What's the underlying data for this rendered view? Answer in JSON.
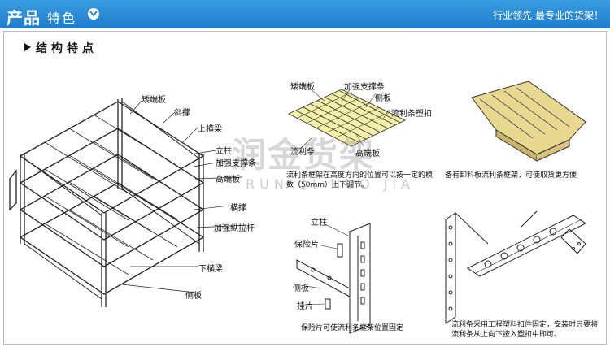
{
  "header": {
    "title_main": "产品",
    "title_sub": "特色",
    "dropdown_icon": "chevron-down-icon",
    "slogan": "行业领先 最专业的货架！"
  },
  "section": {
    "heading": "结构特点"
  },
  "rack_labels": {
    "short_end_plate": "矮端板",
    "diagonal_brace": "斜撑",
    "upper_beam": "上横梁",
    "upright": "立柱",
    "reinforced_support": "加强支撑条",
    "high_end_plate": "高端板",
    "crossbeam": "横撑",
    "reinforced_tie": "加强纵拉杆",
    "lower_beam": "下横梁",
    "side_plate": "侧板"
  },
  "grid_labels": {
    "short_end_plate": "矮端板",
    "reinforced_support": "加强支撑条",
    "side_plate": "侧板",
    "plastic_clip": "流利条塑扣",
    "flow_strip": "流利条",
    "high_end_plate": "高端板"
  },
  "captions": {
    "frame_adjust": "流利条框架在高度方向的位置可以按一定的模数（50mm）上下调节。",
    "unload_plate": "备有卸料板流利条框架，可使取货更方便"
  },
  "detail_labels": {
    "upright": "立柱",
    "safety_tab": "保险片",
    "side_plate": "侧板",
    "hook_tab": "挂片"
  },
  "bottom_captions": {
    "safety_fix": "保险片可使流利条框架位置固定",
    "clip_install": "流利条采用工程塑料扣件固定，安装时只要将流利条从上向下按入塑扣中即可。"
  },
  "watermark": {
    "cn": "润金货架",
    "en": "RUN QI HUO JIA"
  },
  "colors": {
    "banner": "#2a8ad8",
    "grid_fill": "#f4f0a8",
    "plate_fill": "#e8d890"
  }
}
